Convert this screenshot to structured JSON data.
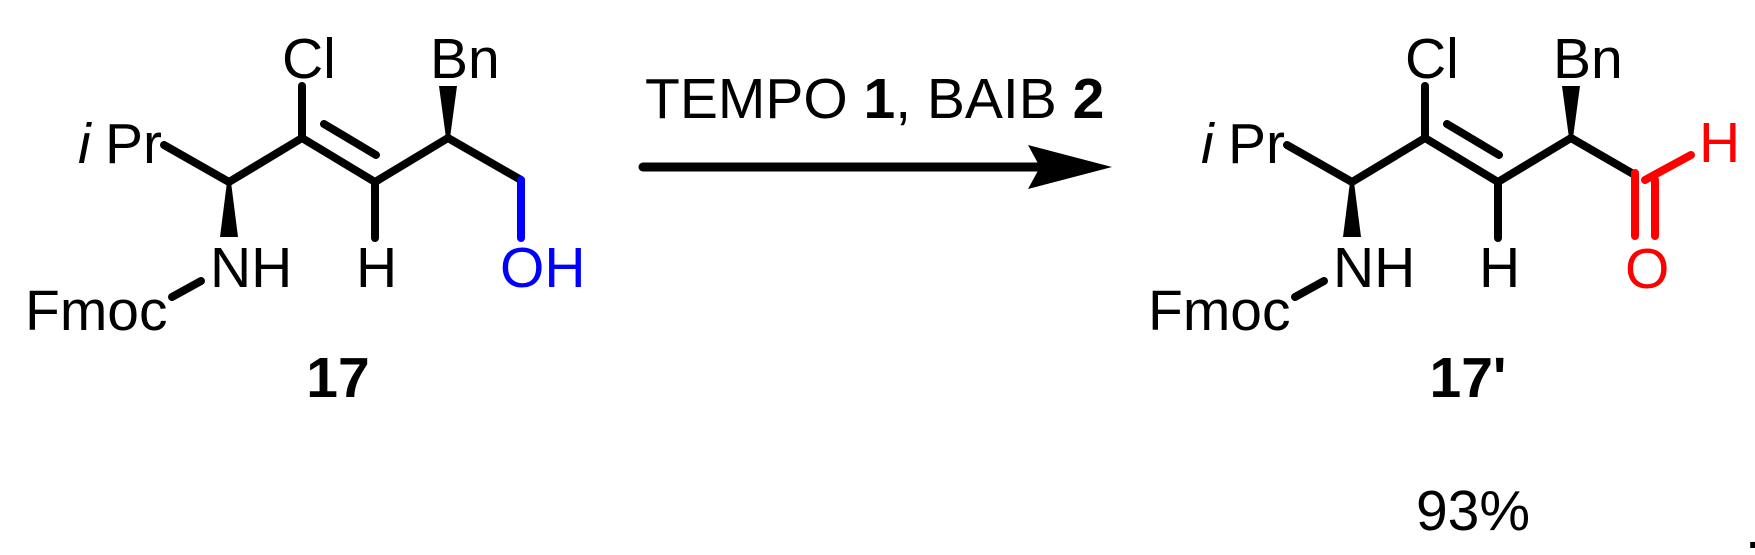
{
  "colors": {
    "hydroxyl": "#0000ff",
    "aldehyde": "#ff0000",
    "bonds": "#000000"
  },
  "reagents": {
    "text1": "TEMPO ",
    "num1": "1",
    "sep": ", BAIB ",
    "num2": "2"
  },
  "starting_material": {
    "label": "17",
    "groups": {
      "ipr_i": "i",
      "ipr_pr": "Pr",
      "cl": "Cl",
      "bn": "Bn",
      "nh": "NH",
      "h": "H",
      "fmoc": "Fmoc",
      "oh": "OH"
    }
  },
  "product": {
    "label": "17'",
    "groups": {
      "ipr_i": "i",
      "ipr_pr": "Pr",
      "cl": "Cl",
      "bn": "Bn",
      "nh": "NH",
      "h": "H",
      "fmoc": "Fmoc",
      "o": "O",
      "ald_h": "H"
    },
    "yield": "93%"
  },
  "trailing_mark": "."
}
